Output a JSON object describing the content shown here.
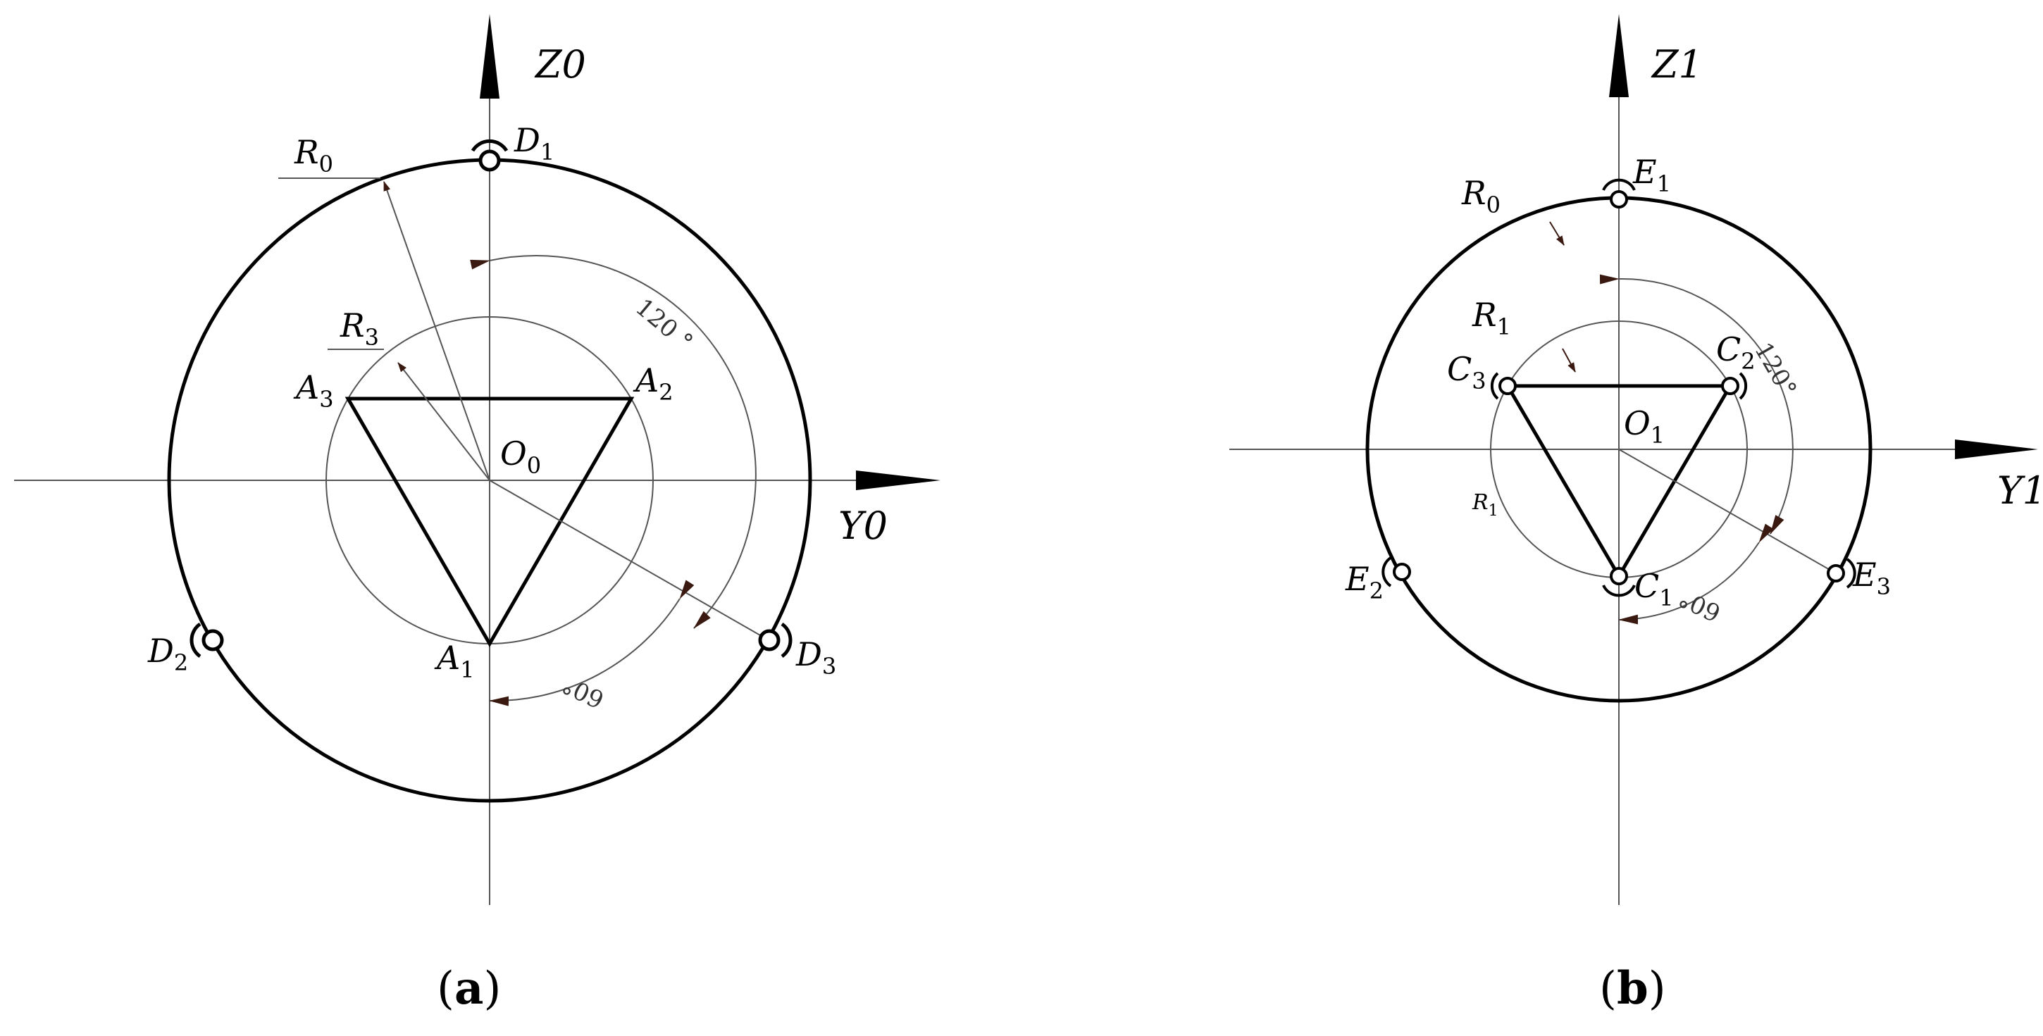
{
  "panel_a": {
    "caption_open": "(",
    "caption_letter": "a",
    "caption_close": ")",
    "axis_z": {
      "base": "Z",
      "sub": "0"
    },
    "axis_y": {
      "base": "Y",
      "sub": "0"
    },
    "origin": {
      "base": "O",
      "sub": "0"
    },
    "radius_outer": {
      "base": "R",
      "sub": "0"
    },
    "radius_inner": {
      "base": "R",
      "sub": "3"
    },
    "vertex_1": {
      "base": "A",
      "sub": "1"
    },
    "vertex_2": {
      "base": "A",
      "sub": "2"
    },
    "vertex_3": {
      "base": "A",
      "sub": "3"
    },
    "joint_1": {
      "base": "D",
      "sub": "1"
    },
    "joint_2": {
      "base": "D",
      "sub": "2"
    },
    "joint_3": {
      "base": "D",
      "sub": "3"
    },
    "angle_large": "120 °",
    "angle_small": "60°"
  },
  "panel_b": {
    "caption_open": "(",
    "caption_letter": "b",
    "caption_close": ")",
    "axis_z": {
      "base": "Z",
      "sub": "1"
    },
    "axis_y": {
      "base": "Y",
      "sub": "1"
    },
    "origin": {
      "base": "O",
      "sub": "1"
    },
    "radius_outer": {
      "base": "R",
      "sub": "0"
    },
    "radius_inner": {
      "base": "R",
      "sub": "1"
    },
    "radius_inner_small": {
      "base": "R",
      "sub": "1"
    },
    "vertex_1": {
      "base": "C",
      "sub": "1"
    },
    "vertex_2": {
      "base": "C",
      "sub": "2"
    },
    "vertex_3": {
      "base": "C",
      "sub": "3"
    },
    "joint_1": {
      "base": "E",
      "sub": "1"
    },
    "joint_2": {
      "base": "E",
      "sub": "2"
    },
    "joint_3": {
      "base": "E",
      "sub": "3"
    },
    "angle_large": "120°",
    "angle_small": "60°"
  },
  "colors": {
    "line": "#000000",
    "thin": "#555555",
    "arrow": "#3a1a10"
  }
}
